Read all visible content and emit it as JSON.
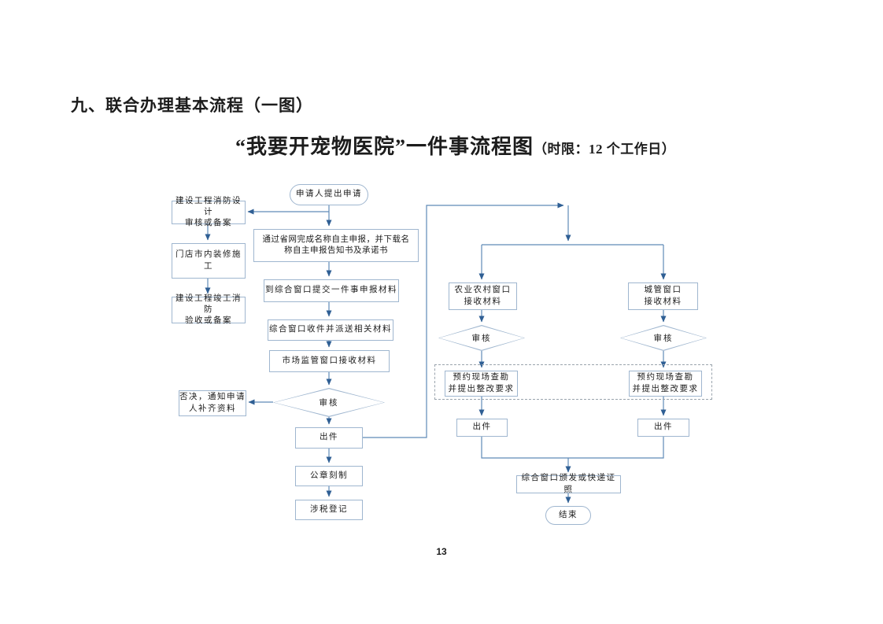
{
  "page": {
    "heading": "九、联合办理基本流程（一图）",
    "title_main": "“我要开宠物医院”一件事流程图",
    "title_note": "（时限：12 个工作日）",
    "page_number": "13"
  },
  "colors": {
    "connector_line": "#5f8ab8",
    "arrowhead": "#2f5f94",
    "box_border": "#9fb6cf",
    "dashed_border": "#9aa4ad",
    "text": "#1c1c1c",
    "background": "#ffffff"
  },
  "flowchart": {
    "nodes": {
      "start": "申请人提出申请",
      "fire_design": "建设工程消防设计\n审核或备案",
      "shop_decoration": "门店市内装修施工",
      "fire_acceptance": "建设工程竣工消防\n验收或备案",
      "name_declare": "通过省网完成名称自主申报，并下载名\n称自主申报告知书及承诺书",
      "submit_materials": "到综合窗口提交一件事申报材料",
      "dispatch_materials": "综合窗口收件并派送相关材料",
      "market_receive": "市场监管窗口接收材料",
      "review_mid": "审核",
      "reject_notice": "否决，通知申请\n人补齐资料",
      "issue_mid": "出件",
      "seal_engrave": "公章刻制",
      "tax_register": "涉税登记",
      "agri_receive": "农业农村窗口\n接收材料",
      "city_receive": "城管窗口\n接收材料",
      "review_agri": "审核",
      "review_city": "审核",
      "survey_agri": "预约现场查勘\n并提出整改要求",
      "survey_city": "预约现场查勘\n并提出整改要求",
      "issue_agri": "出件",
      "issue_city": "出件",
      "license_issue": "综合窗口颁发或快递证照",
      "end": "结束"
    }
  }
}
